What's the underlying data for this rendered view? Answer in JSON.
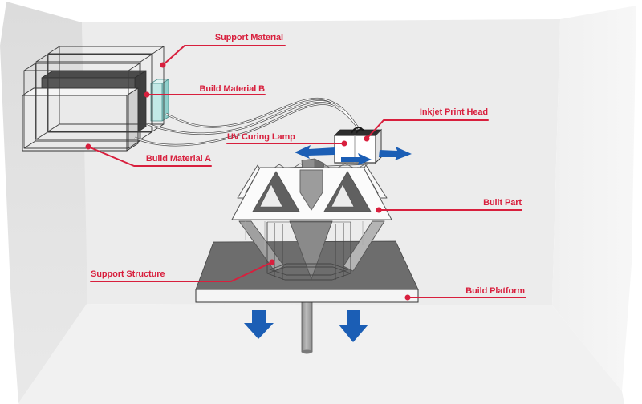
{
  "labels": {
    "support_material": "Support Material",
    "build_material_b": "Build Material B",
    "build_material_a": "Build Material A",
    "uv_curing_lamp": "UV Curing Lamp",
    "inkjet_print_head": "Inkjet Print Head",
    "built_part": "Built Part",
    "support_structure": "Support Structure",
    "build_platform": "Build Platform"
  },
  "arrows": {
    "print_head_motion_left": "left",
    "print_head_motion_right": "right",
    "print_head_motion_small": "right",
    "platform_motion_left": "down",
    "platform_motion_right": "down"
  },
  "colors": {
    "label_red": "#d81f3d",
    "arrow_blue": "#1b5eb5",
    "support_liquid_cyan": "#c2e9e6",
    "build_material_b_gray": "#575757",
    "build_material_a_gray": "#eaeaea",
    "platform_gray": "#6d6d6d"
  }
}
